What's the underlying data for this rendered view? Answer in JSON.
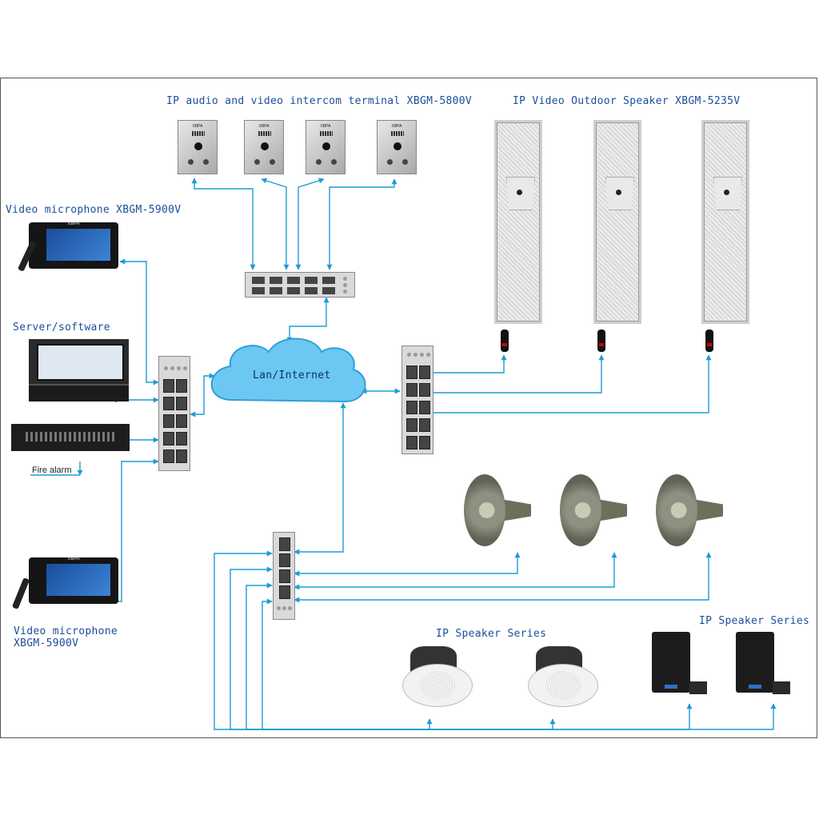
{
  "labels": {
    "intercom": "IP audio and video intercom terminal XBGM-5800V",
    "outdoor_speaker": "IP Video Outdoor Speaker XBGM-5235V",
    "video_mic_top": "Video microphone XBGM-5900V",
    "server": "Server/software",
    "fire_alarm": "Fire alarm",
    "cloud": "Lan/Internet",
    "video_mic_bottom_line1": "Video microphone",
    "video_mic_bottom_line2": "XBGM-5900V",
    "ip_speaker_series_left": "IP Speaker Series",
    "ip_speaker_series_right": "IP Speaker Series"
  },
  "device_brand": "XBPA",
  "colors": {
    "connector": "#1e9bd6",
    "label_text": "#1a4e9a",
    "cloud_fill": "#6cc8f2",
    "cloud_edge": "#2f9fd8",
    "cloud_text": "#0a2f66",
    "frame": "#555555"
  },
  "icons": {
    "intercom_terminal": "intercom-terminal-icon",
    "column_speaker": "column-speaker-icon",
    "network_switch": "network-switch-icon",
    "cloud": "cloud-icon",
    "video_microphone": "video-microphone-icon",
    "server": "server-icon",
    "amplifier": "amplifier-icon",
    "horn_speaker": "horn-speaker-icon",
    "ceiling_speaker": "ceiling-speaker-icon",
    "wall_speaker": "wall-speaker-icon"
  }
}
